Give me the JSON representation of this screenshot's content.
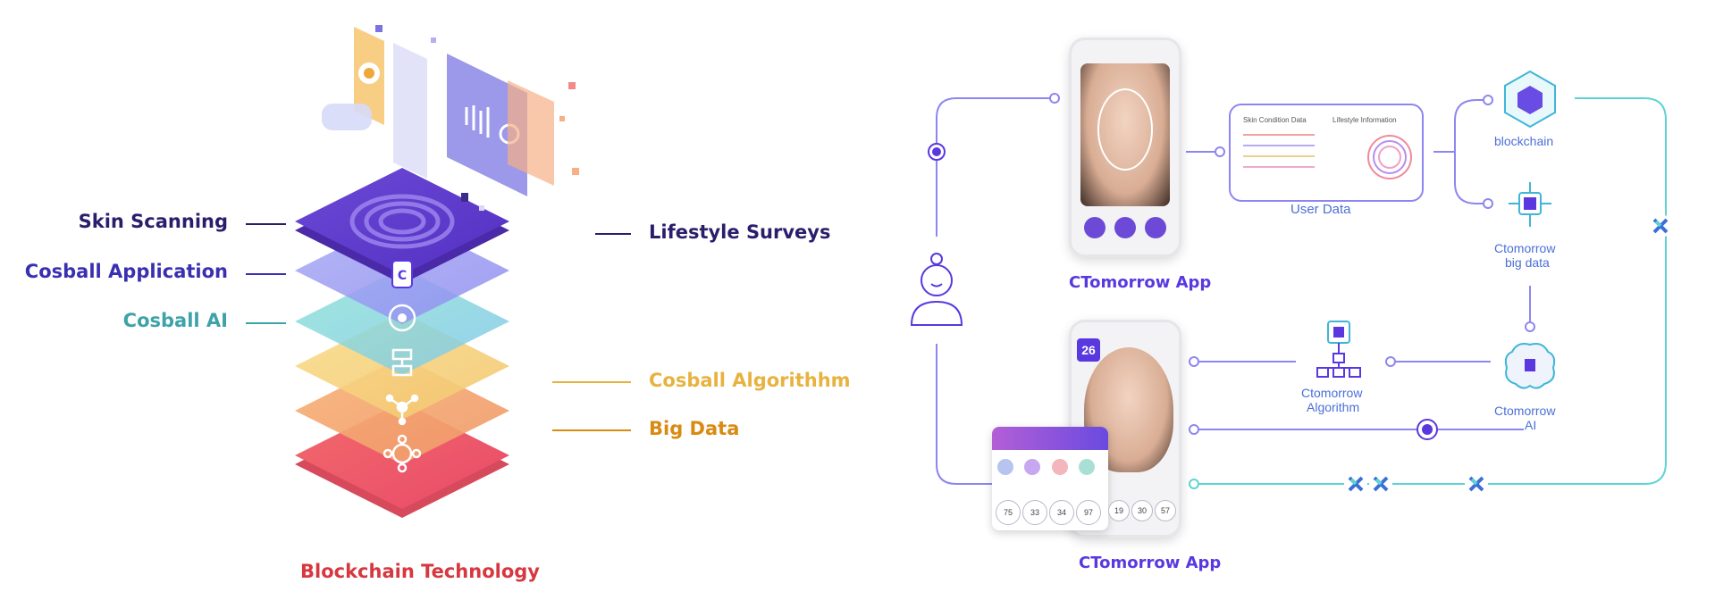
{
  "stack": {
    "labels_left": {
      "skin_scanning": "Skin Scanning",
      "cosball_application": "Cosball Application",
      "cosball_ai": "Cosball AI"
    },
    "labels_right": {
      "lifestyle_surveys": "Lifestyle Surveys",
      "cosball_algorithm": "Cosball Algorithhm",
      "big_data": "Big Data"
    },
    "bottom_label": "Blockchain Technology",
    "colors": {
      "skin_scanning": "#2b1d6b",
      "cosball_application": "#3a2fb0",
      "cosball_ai": "#3ea3a8",
      "cosball_algorithm": "#e8b23f",
      "big_data": "#d98a12",
      "blockchain": "#d7373f"
    }
  },
  "flow": {
    "top_app_label": "CTomorrow App",
    "bottom_app_label": "CTomorrow App",
    "user_data_label": "User Data",
    "user_data_card": {
      "col1_title": "Skin Condition Data",
      "col2_title": "Lifestyle Information"
    },
    "blockchain_label": "blockchain",
    "big_data_label": [
      "Ctomorrow",
      "big data"
    ],
    "algorithm_label": [
      "Ctomorrow",
      "Algorithm"
    ],
    "ai_label": [
      "Ctomorrow",
      "AI"
    ],
    "phone2_badge": "26",
    "scores_row1": [
      "75",
      "33",
      "34",
      "97"
    ],
    "scores_row2": [
      "19",
      "30",
      "57"
    ],
    "colors": {
      "line_purple": "#8e86f0",
      "line_teal": "#5fd3d3",
      "text_purple": "#5a38e0",
      "text_blue": "#4a6fd8"
    }
  }
}
